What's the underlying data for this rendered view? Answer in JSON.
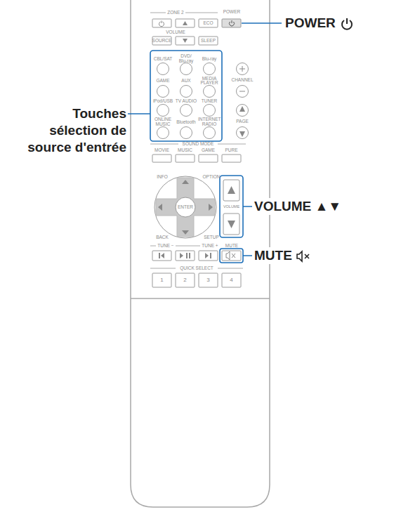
{
  "diagram": {
    "labels": [
      "ZONE 2",
      "POWER",
      "ECO",
      "VOLUME",
      "SOURCE",
      "SLEEP",
      "CBL/SAT",
      "DVD/ Blu-ray",
      "Blu-ray",
      "GAME",
      "AUX",
      "MEDIA PLAYER",
      "iPod/USB",
      "TV AUDIO",
      "TUNER",
      "ONLINE MUSIC",
      "Bluetooth",
      "INTERNET RADIO",
      "CHANNEL",
      "PAGE",
      "SOUND MODE",
      "MOVIE",
      "MUSIC",
      "GAME",
      "PURE",
      "INFO",
      "OPTION",
      "ENTER",
      "VOLUME",
      "BACK",
      "SETUP",
      "TUNE −",
      "TUNE +",
      "MUTE",
      "QUICK SELECT",
      "1",
      "2",
      "3",
      "4",
      "POWER",
      "Touches sélection de source d'entrée",
      "VOLUME ▲▼",
      "MUTE"
    ]
  }
}
